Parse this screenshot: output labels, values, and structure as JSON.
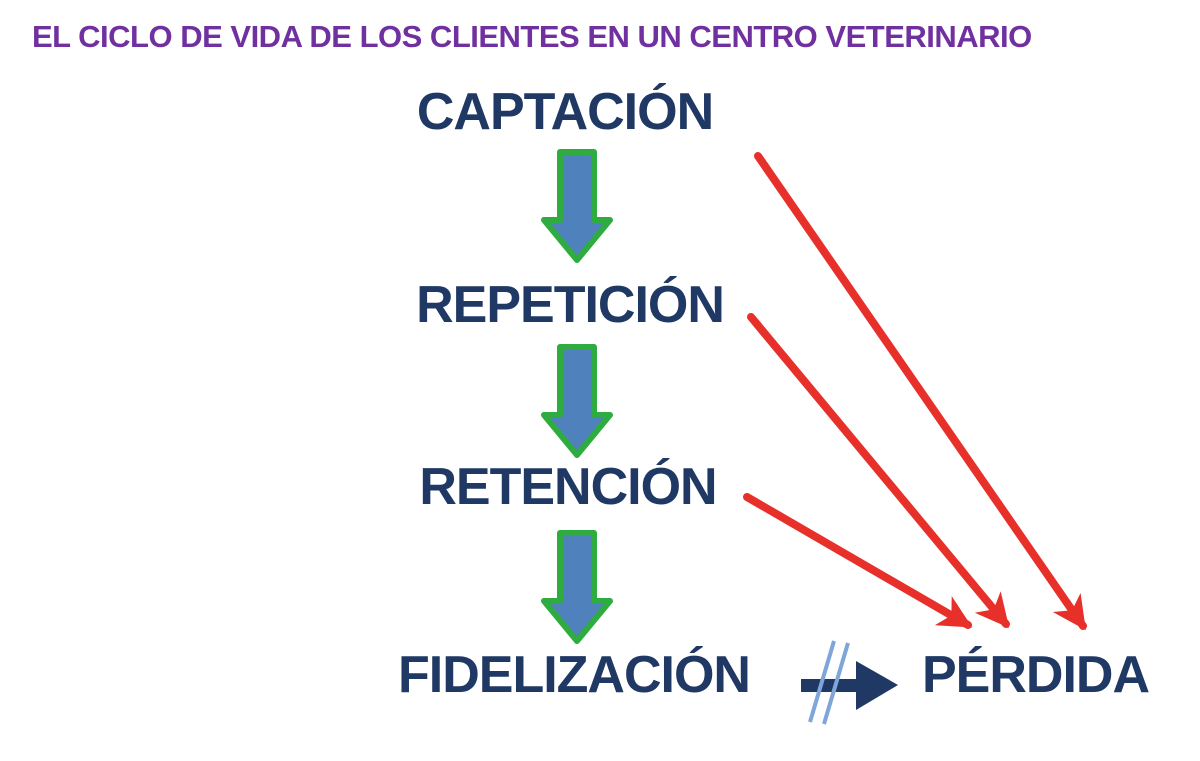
{
  "title": {
    "text": "EL CICLO DE VIDA DE LOS CLIENTES EN UN CENTRO VETERINARIO"
  },
  "flow": {
    "stages": [
      {
        "label": "CAPTACIÓN"
      },
      {
        "label": "REPETICIÓN"
      },
      {
        "label": "RETENCIÓN"
      },
      {
        "label": "FIDELIZACIÓN"
      }
    ],
    "outcome": {
      "label": "PÉRDIDA"
    }
  },
  "connections": {
    "down_arrows": [
      {
        "from": "CAPTACIÓN",
        "to": "REPETICIÓN"
      },
      {
        "from": "REPETICIÓN",
        "to": "RETENCIÓN"
      },
      {
        "from": "RETENCIÓN",
        "to": "FIDELIZACIÓN"
      }
    ],
    "loss_arrows": [
      {
        "from": "CAPTACIÓN",
        "to": "PÉRDIDA"
      },
      {
        "from": "REPETICIÓN",
        "to": "PÉRDIDA"
      },
      {
        "from": "RETENCIÓN",
        "to": "PÉRDIDA"
      }
    ],
    "blocked_arrow": {
      "from": "FIDELIZACIÓN",
      "to": "PÉRDIDA",
      "crossed_out": true
    }
  },
  "colors": {
    "title_text": "#7030A0",
    "stage_text": "#1F3864",
    "flow_arrow_fill": "#4F81BD",
    "flow_arrow_border": "#2EAC40",
    "loss_arrow_red": "#E8302B",
    "blocked_arrow_navy": "#1F3864",
    "slash_blue": "#7EA6D8",
    "background": "#FFFFFF"
  }
}
